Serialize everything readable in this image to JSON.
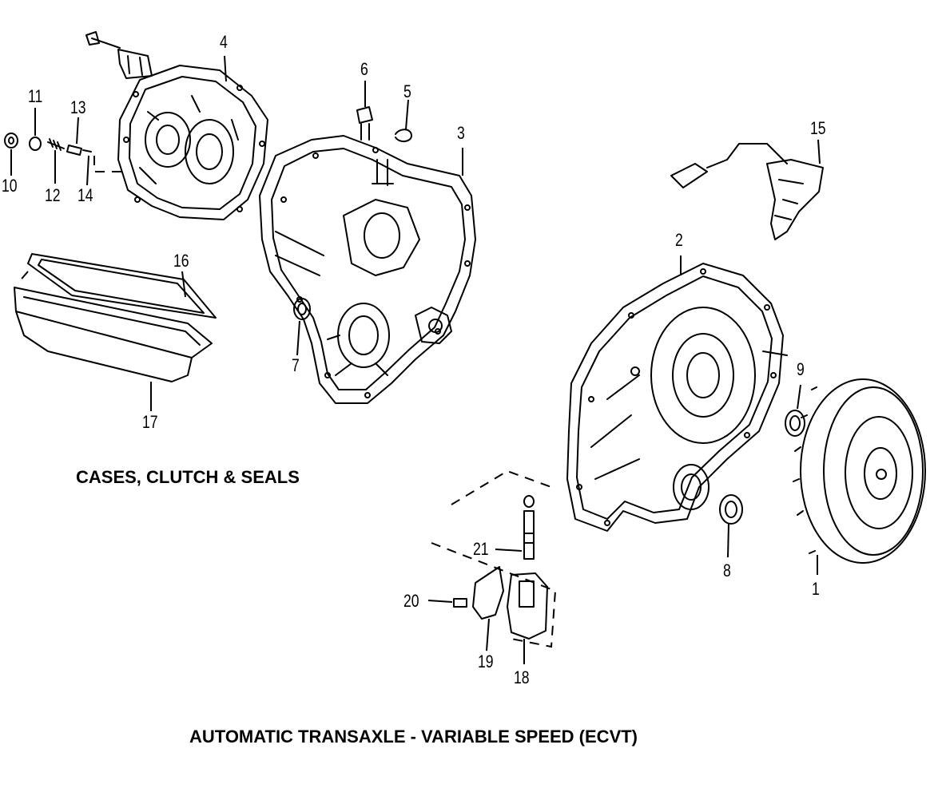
{
  "captions": {
    "section": "CASES, CLUTCH & SEALS",
    "title": "AUTOMATIC TRANSAXLE - VARIABLE SPEED (ECVT)"
  },
  "callouts": [
    "1",
    "2",
    "3",
    "4",
    "5",
    "6",
    "7",
    "8",
    "9",
    "10",
    "11",
    "12",
    "13",
    "14",
    "15",
    "16",
    "17",
    "18",
    "19",
    "20",
    "21"
  ],
  "colors": {
    "ink": "#000000",
    "paper": "#ffffff"
  }
}
